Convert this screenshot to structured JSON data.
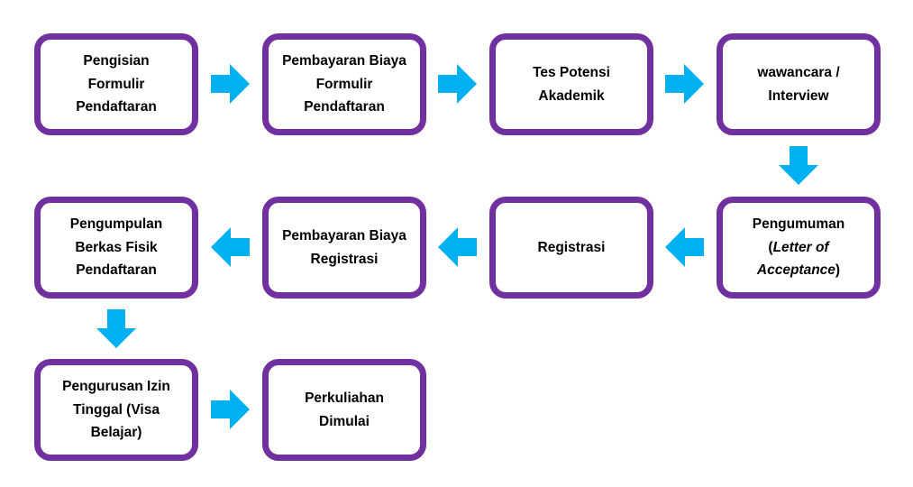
{
  "diagram": {
    "type": "flowchart",
    "background": "#FFFFFF",
    "colors": {
      "box_border": "#7030A0",
      "box_fill": "#FFFFFF",
      "arrow": "#00B0F0",
      "text": "#000000"
    },
    "nodes": [
      {
        "id": 1,
        "label": "Pengisian Formulir Pendaftaran"
      },
      {
        "id": 2,
        "label": "Pembayaran Biaya Formulir Pendaftaran"
      },
      {
        "id": 3,
        "label": "Tes Potensi Akademik"
      },
      {
        "id": 4,
        "label": "wawancara / Interview"
      },
      {
        "id": 5,
        "label_prefix": "Pengumuman (",
        "label_italic": "Letter of Acceptance",
        "label_suffix": ")"
      },
      {
        "id": 6,
        "label": "Registrasi"
      },
      {
        "id": 7,
        "label": "Pembayaran Biaya Registrasi"
      },
      {
        "id": 8,
        "label": "Pengumpulan Berkas Fisik Pendaftaran"
      },
      {
        "id": 9,
        "label": "Pengurusan Izin Tinggal (Visa Belajar)"
      },
      {
        "id": 10,
        "label": "Perkuliahan Dimulai"
      }
    ],
    "edges": [
      {
        "from": 1,
        "to": 2,
        "direction": "right"
      },
      {
        "from": 2,
        "to": 3,
        "direction": "right"
      },
      {
        "from": 3,
        "to": 4,
        "direction": "right"
      },
      {
        "from": 4,
        "to": 5,
        "direction": "down"
      },
      {
        "from": 5,
        "to": 6,
        "direction": "left"
      },
      {
        "from": 6,
        "to": 7,
        "direction": "left"
      },
      {
        "from": 7,
        "to": 8,
        "direction": "left"
      },
      {
        "from": 8,
        "to": 9,
        "direction": "down"
      },
      {
        "from": 9,
        "to": 10,
        "direction": "right"
      }
    ]
  }
}
